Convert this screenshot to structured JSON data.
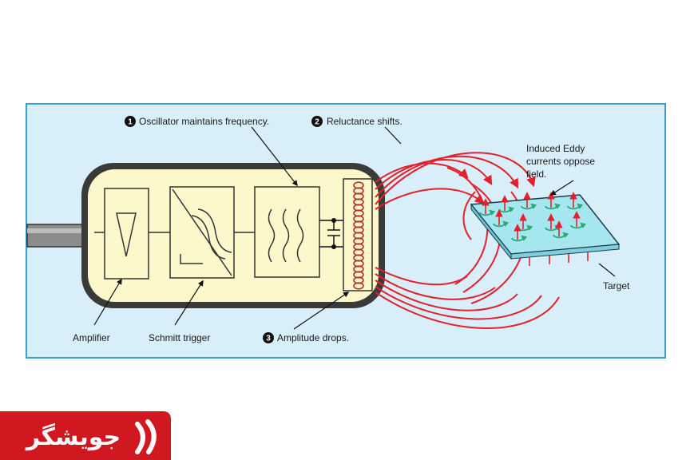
{
  "colors": {
    "panel_bg": "#d8eef8",
    "panel_border": "#3a9fce",
    "sensor_fill": "#fdf7cc",
    "housing": "#3a3a3a",
    "field_lines": "#e3202b",
    "target_fill": "#a5e6ef",
    "eddy": "#2aa87a",
    "logo_bg": "#d11820"
  },
  "icons": [
    "triangle-amplifier-icon",
    "schmitt-hysteresis-icon",
    "wave-oscillator-icon",
    "coil-icon",
    "capacitor-icon",
    "logo-mark-icon"
  ],
  "callouts": {
    "oscillator": {
      "number": "1",
      "text": "Oscillator maintains frequency."
    },
    "reluctance": {
      "number": "2",
      "text": "Reluctance shifts."
    },
    "amplitude": {
      "number": "3",
      "text": "Amplitude drops."
    }
  },
  "labels": {
    "amplifier": "Amplifier",
    "schmitt": "Schmitt trigger",
    "eddy_line1": "Induced Eddy",
    "eddy_line2": "currents oppose",
    "eddy_line3": "field.",
    "target": "Target"
  },
  "logo": {
    "text": "جویشگر"
  }
}
